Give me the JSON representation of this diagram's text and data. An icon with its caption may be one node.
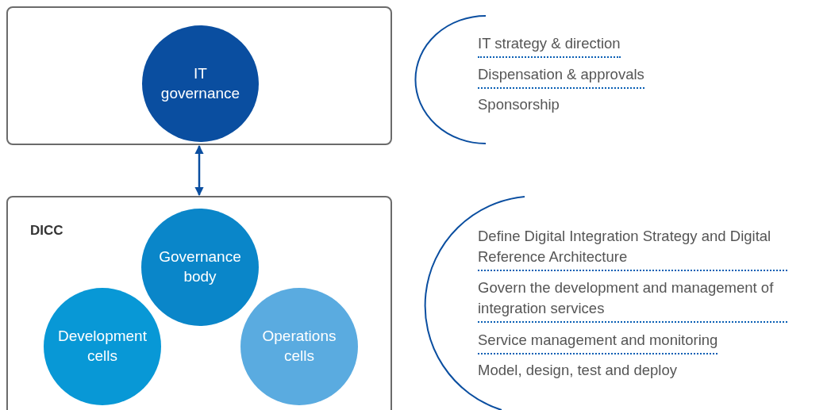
{
  "diagram": {
    "nodes": [
      {
        "text": [],
        "shape": "box"
      },
      {
        "text": [
          "IT governance"
        ],
        "in": 0
      },
      {
        "text": [
          "DICC"
        ]
      },
      {
        "text": [
          "Governance body"
        ],
        "in": 2
      },
      {
        "text": [
          "Development cells"
        ],
        "in": 2
      },
      {
        "text": [
          "Operations cells"
        ],
        "in": 2
      }
    ],
    "edges": [
      {
        "from": 0,
        "to": 2,
        "arrow": "both"
      }
    ],
    "labels": [
      "IT strategy & direction",
      "Dispensation & approvals",
      "Sponsorship",
      "Define Digital Integration Strategy and Digital Reference Architecture",
      "Govern the development and management of integration services",
      "Service management and monitoring",
      "Model, design, test and deploy"
    ]
  }
}
